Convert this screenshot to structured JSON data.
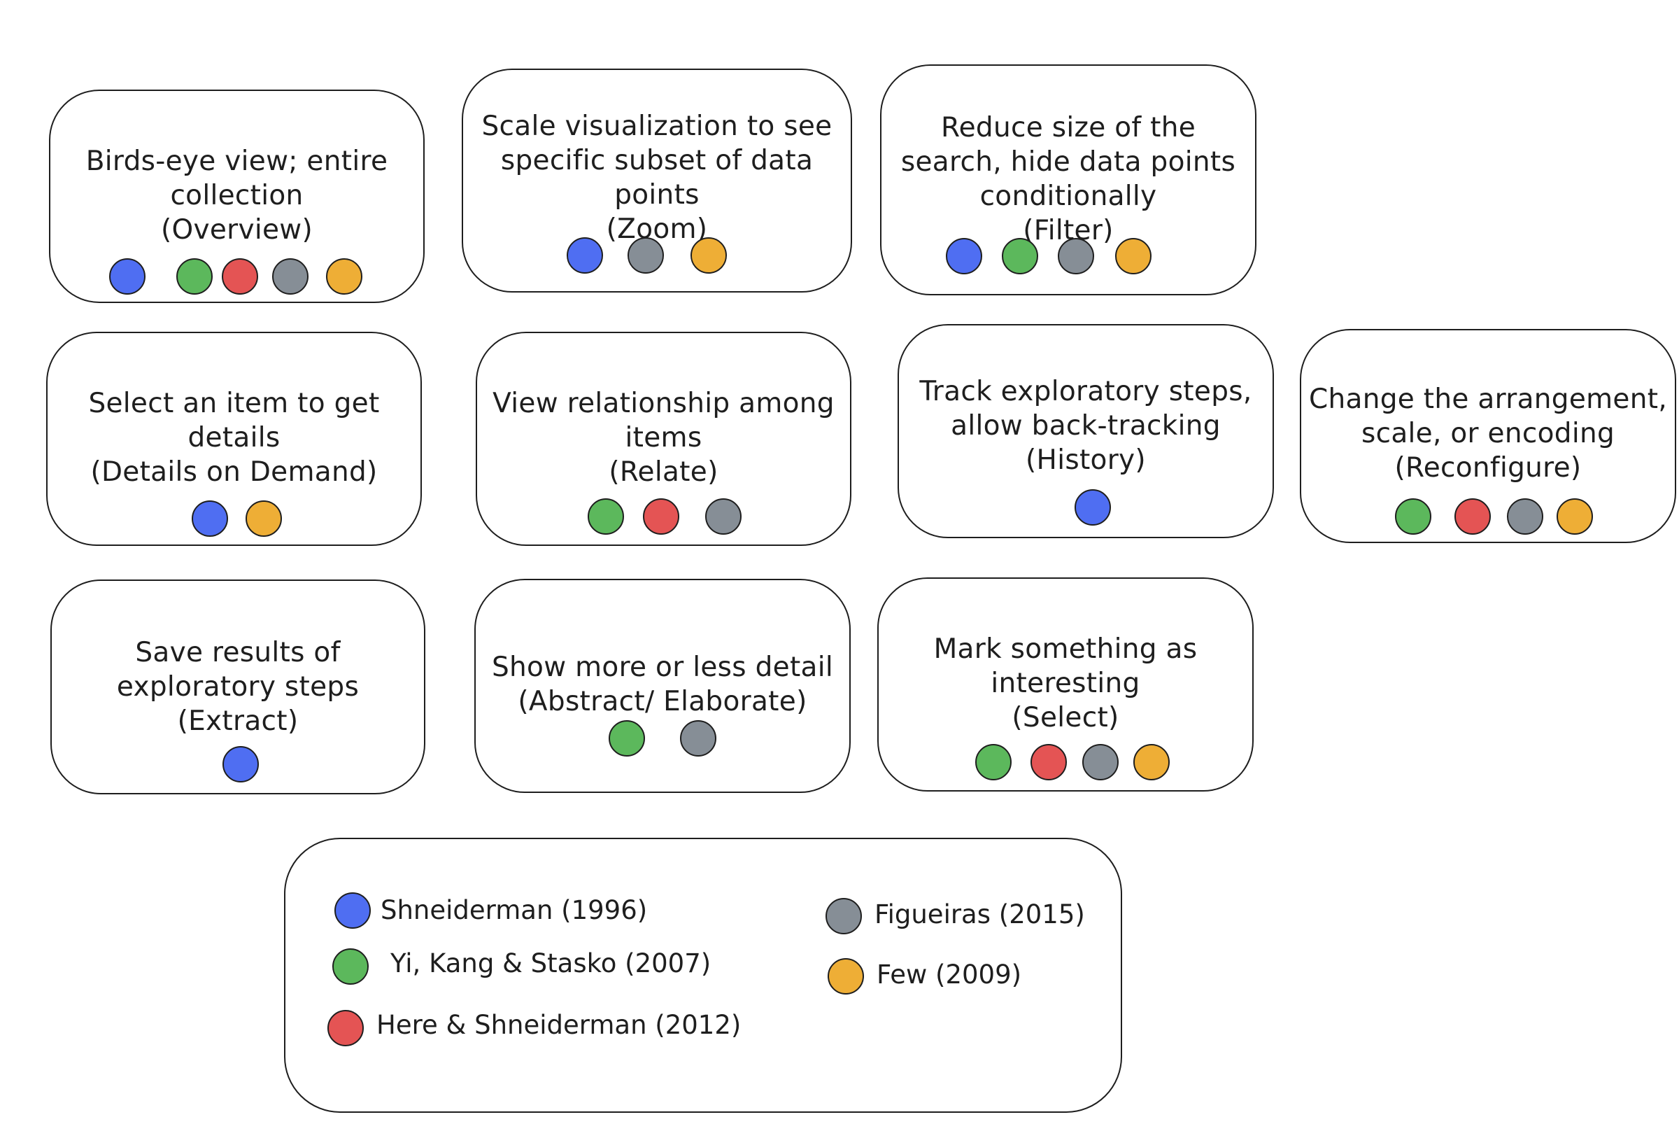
{
  "colors": {
    "shneiderman": "#4f6ef2",
    "yi_kang_stasko": "#5cb85c",
    "heer_shneiderman": "#e45454",
    "figueiras": "#868e96",
    "few": "#eeae36"
  },
  "cards": [
    {
      "id": "overview",
      "lines": [
        "Birds-eye view; entire",
        "collection",
        "(Overview)"
      ],
      "dots": [
        "shneiderman",
        "yi_kang_stasko",
        "heer_shneiderman",
        "figueiras",
        "few"
      ]
    },
    {
      "id": "zoom",
      "lines": [
        "Scale visualization to see",
        "specific subset of data",
        "points",
        "(Zoom)"
      ],
      "dots": [
        "shneiderman",
        "figueiras",
        "few"
      ]
    },
    {
      "id": "filter",
      "lines": [
        "Reduce size of the",
        "search, hide data points",
        "conditionally",
        "(Filter)"
      ],
      "dots": [
        "shneiderman",
        "yi_kang_stasko",
        "figueiras",
        "few"
      ]
    },
    {
      "id": "details-on-demand",
      "lines": [
        "Select an item to get",
        "details",
        "(Details on Demand)"
      ],
      "dots": [
        "shneiderman",
        "few"
      ]
    },
    {
      "id": "relate",
      "lines": [
        "View relationship among",
        "items",
        "(Relate)"
      ],
      "dots": [
        "yi_kang_stasko",
        "heer_shneiderman",
        "figueiras"
      ]
    },
    {
      "id": "history",
      "lines": [
        "Track exploratory steps,",
        "allow back-tracking",
        "(History)"
      ],
      "dots": [
        "shneiderman"
      ]
    },
    {
      "id": "reconfigure",
      "lines": [
        "Change the arrangement,",
        "scale, or encoding",
        "(Reconfigure)"
      ],
      "dots": [
        "yi_kang_stasko",
        "heer_shneiderman",
        "figueiras",
        "few"
      ]
    },
    {
      "id": "extract",
      "lines": [
        "Save results of",
        "exploratory steps",
        "(Extract)"
      ],
      "dots": [
        "shneiderman"
      ]
    },
    {
      "id": "abstract-elaborate",
      "lines": [
        "Show more or less detail",
        "(Abstract/ Elaborate)"
      ],
      "dots": [
        "yi_kang_stasko",
        "figueiras"
      ]
    },
    {
      "id": "select",
      "lines": [
        "Mark something as",
        "interesting",
        "(Select)"
      ],
      "dots": [
        "yi_kang_stasko",
        "heer_shneiderman",
        "figueiras",
        "few"
      ]
    }
  ],
  "legend": [
    {
      "key": "shneiderman",
      "label": "Shneiderman (1996)"
    },
    {
      "key": "yi_kang_stasko",
      "label": "Yi, Kang & Stasko (2007)"
    },
    {
      "key": "heer_shneiderman",
      "label": "Here & Shneiderman (2012)"
    },
    {
      "key": "figueiras",
      "label": "Figueiras (2015)"
    },
    {
      "key": "few",
      "label": "Few (2009)"
    }
  ]
}
